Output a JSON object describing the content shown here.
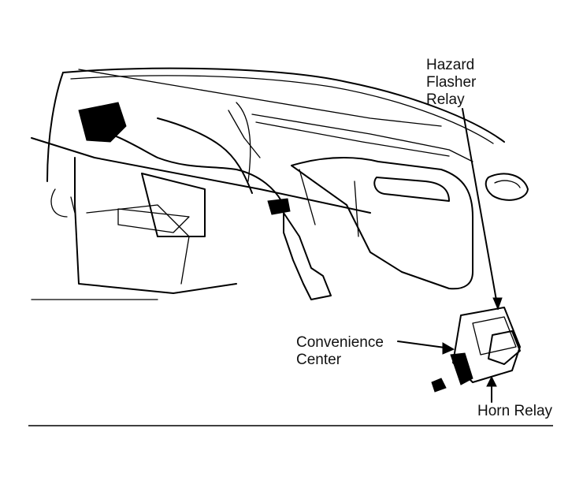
{
  "labels": {
    "hazard_flasher_relay": [
      "Hazard",
      "Flasher",
      "Relay"
    ],
    "convenience_center": [
      "Convenience",
      "Center"
    ],
    "horn_relay": "Horn Relay"
  }
}
